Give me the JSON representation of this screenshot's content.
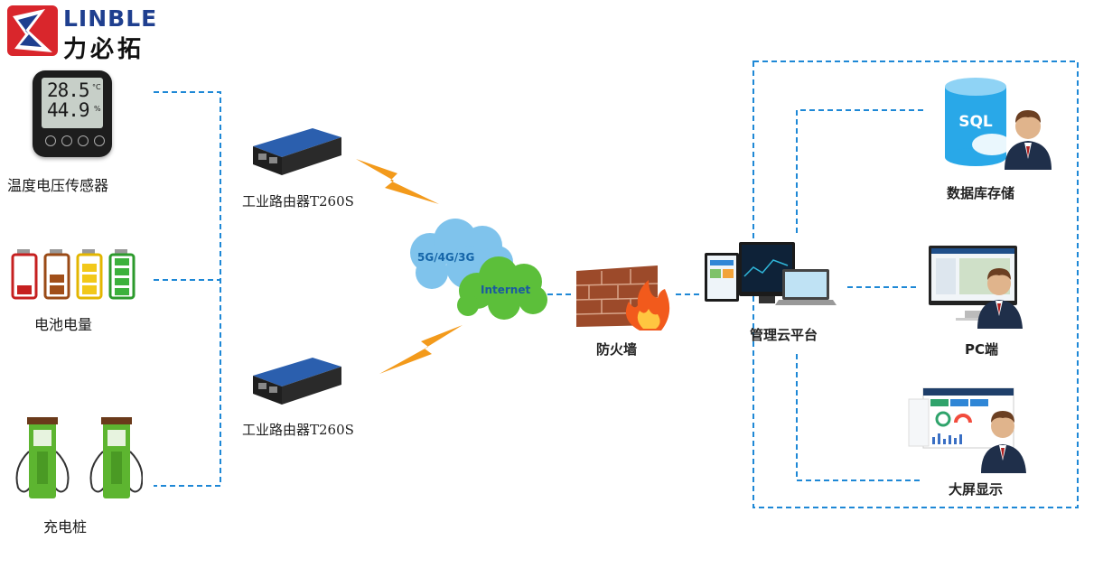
{
  "logo": {
    "text_en": "LINBLE",
    "text_cn": "力必拓"
  },
  "sensors": {
    "temp": {
      "label": "温度电压传感器",
      "reading_top": "28.5",
      "reading_bottom": "44.9",
      "unit_top": "°C",
      "unit_bottom": "%"
    },
    "battery": {
      "label": "电池电量"
    },
    "charger": {
      "label": "充电桩"
    }
  },
  "routers": [
    {
      "label": "工业路由器T260S"
    },
    {
      "label": "工业路由器T260S"
    }
  ],
  "network": {
    "cloud_top": "5G/4G/3G",
    "cloud_bottom": "Internet"
  },
  "firewall": {
    "label": "防火墙"
  },
  "platform": {
    "label": "管理云平台"
  },
  "outputs": {
    "database": {
      "label": "数据库存储",
      "sql": "SQL"
    },
    "pc": {
      "label": "PC端"
    },
    "bigscreen": {
      "label": "大屏显示"
    }
  },
  "colors": {
    "dashed_line": "#1e88d6",
    "logo_red": "#d9262c",
    "logo_blue": "#1f3f8f",
    "lightning": "#f39a1b",
    "cloud_blue": "#7fc3ec",
    "cloud_green": "#5cbf3a",
    "charger_green": "#5db530"
  }
}
